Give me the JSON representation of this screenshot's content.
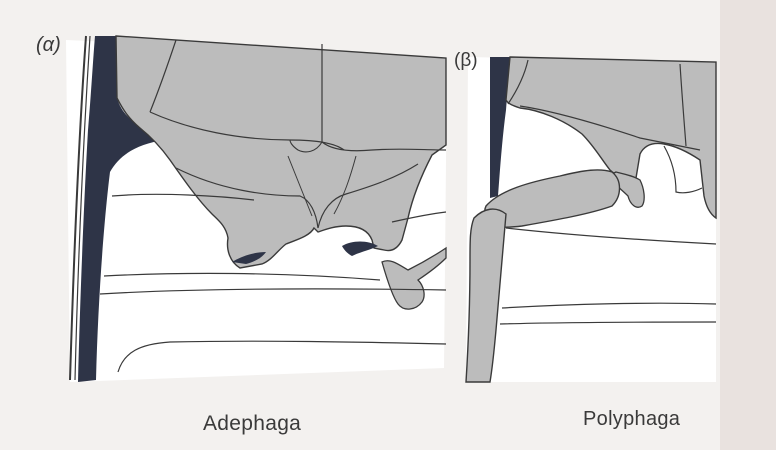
{
  "figure": {
    "panel_a": {
      "label": "(α)",
      "caption": "Adephaga"
    },
    "panel_b": {
      "label": "(β)",
      "caption": "Polyphaga"
    }
  },
  "colors": {
    "paper": "#f3f1ef",
    "panel_background": "#ffffff",
    "sclerite_fill": "#bcbcbc",
    "dark_membrane": "#2e3447",
    "line": "#3a3a3a"
  }
}
